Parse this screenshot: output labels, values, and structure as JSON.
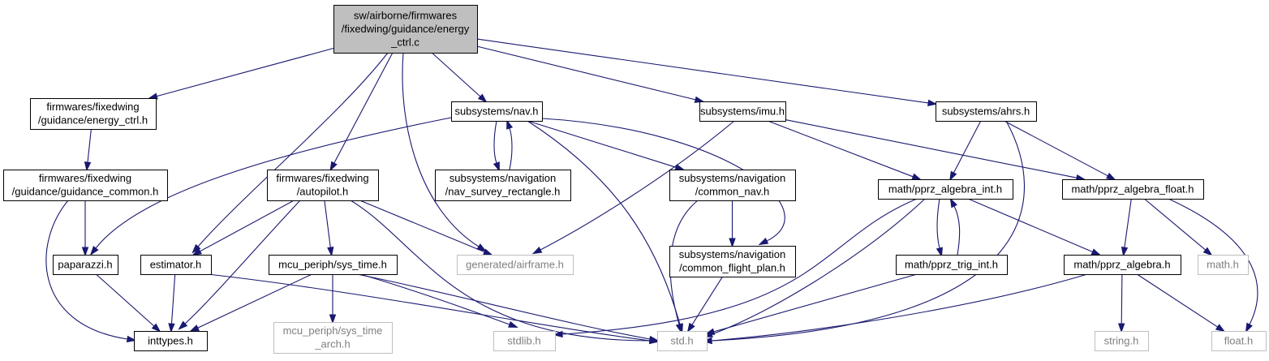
{
  "graph": {
    "root": "sw/airborne/firmwares/fixedwing/guidance/energy_ctrl.c",
    "nodes": [
      {
        "id": "root",
        "lines": [
          "sw/airborne/firmwares",
          "/fixedwing/guidance/energy",
          "_ctrl.c"
        ],
        "style": "root",
        "interactable": false
      },
      {
        "id": "energy_ctrl_h",
        "lines": [
          "firmwares/fixedwing",
          "/guidance/energy_ctrl.h"
        ],
        "style": "normal",
        "interactable": true
      },
      {
        "id": "guidance_common_h",
        "lines": [
          "firmwares/fixedwing",
          "/guidance/guidance_common.h"
        ],
        "style": "normal",
        "interactable": true
      },
      {
        "id": "paparazzi_h",
        "lines": [
          "paparazzi.h"
        ],
        "style": "normal",
        "interactable": true
      },
      {
        "id": "inttypes_h",
        "lines": [
          "inttypes.h"
        ],
        "style": "normal",
        "interactable": true
      },
      {
        "id": "estimator_h",
        "lines": [
          "estimator.h"
        ],
        "style": "normal",
        "interactable": true
      },
      {
        "id": "autopilot_h",
        "lines": [
          "firmwares/fixedwing",
          "/autopilot.h"
        ],
        "style": "normal",
        "interactable": true
      },
      {
        "id": "sys_time_h",
        "lines": [
          "mcu_periph/sys_time.h"
        ],
        "style": "normal",
        "interactable": true
      },
      {
        "id": "sys_time_arch_h",
        "lines": [
          "mcu_periph/sys_time",
          "_arch.h"
        ],
        "style": "grey",
        "interactable": false
      },
      {
        "id": "airframe_h",
        "lines": [
          "generated/airframe.h"
        ],
        "style": "grey",
        "interactable": false
      },
      {
        "id": "stdlib_h",
        "lines": [
          "stdlib.h"
        ],
        "style": "grey",
        "interactable": false
      },
      {
        "id": "nav_h",
        "lines": [
          "subsystems/nav.h"
        ],
        "style": "normal",
        "interactable": true
      },
      {
        "id": "nav_survey_h",
        "lines": [
          "subsystems/navigation",
          "/nav_survey_rectangle.h"
        ],
        "style": "normal",
        "interactable": true
      },
      {
        "id": "common_nav_h",
        "lines": [
          "subsystems/navigation",
          "/common_nav.h"
        ],
        "style": "normal",
        "interactable": true
      },
      {
        "id": "common_flight_plan_h",
        "lines": [
          "subsystems/navigation",
          "/common_flight_plan.h"
        ],
        "style": "normal",
        "interactable": true
      },
      {
        "id": "std_h",
        "lines": [
          "std.h"
        ],
        "style": "grey",
        "interactable": false
      },
      {
        "id": "imu_h",
        "lines": [
          "subsystems/imu.h"
        ],
        "style": "normal",
        "interactable": true
      },
      {
        "id": "pprz_algebra_int_h",
        "lines": [
          "math/pprz_algebra_int.h"
        ],
        "style": "normal",
        "interactable": true
      },
      {
        "id": "pprz_trig_int_h",
        "lines": [
          "math/pprz_trig_int.h"
        ],
        "style": "normal",
        "interactable": true
      },
      {
        "id": "ahrs_h",
        "lines": [
          "subsystems/ahrs.h"
        ],
        "style": "normal",
        "interactable": true
      },
      {
        "id": "pprz_algebra_float_h",
        "lines": [
          "math/pprz_algebra_float.h"
        ],
        "style": "normal",
        "interactable": true
      },
      {
        "id": "pprz_algebra_h",
        "lines": [
          "math/pprz_algebra.h"
        ],
        "style": "normal",
        "interactable": true
      },
      {
        "id": "math_h",
        "lines": [
          "math.h"
        ],
        "style": "grey",
        "interactable": false
      },
      {
        "id": "string_h",
        "lines": [
          "string.h"
        ],
        "style": "grey",
        "interactable": false
      },
      {
        "id": "float_h",
        "lines": [
          "float.h"
        ],
        "style": "grey",
        "interactable": false
      }
    ],
    "edges": [
      [
        "root",
        "energy_ctrl_h"
      ],
      [
        "root",
        "autopilot_h"
      ],
      [
        "root",
        "estimator_h"
      ],
      [
        "root",
        "airframe_h"
      ],
      [
        "root",
        "nav_h"
      ],
      [
        "root",
        "imu_h"
      ],
      [
        "root",
        "ahrs_h"
      ],
      [
        "energy_ctrl_h",
        "guidance_common_h"
      ],
      [
        "guidance_common_h",
        "paparazzi_h"
      ],
      [
        "guidance_common_h",
        "inttypes_h"
      ],
      [
        "paparazzi_h",
        "inttypes_h"
      ],
      [
        "estimator_h",
        "inttypes_h"
      ],
      [
        "estimator_h",
        "std_h"
      ],
      [
        "autopilot_h",
        "estimator_h"
      ],
      [
        "autopilot_h",
        "inttypes_h"
      ],
      [
        "autopilot_h",
        "sys_time_h"
      ],
      [
        "autopilot_h",
        "airframe_h"
      ],
      [
        "autopilot_h",
        "std_h"
      ],
      [
        "sys_time_h",
        "inttypes_h"
      ],
      [
        "sys_time_h",
        "sys_time_arch_h"
      ],
      [
        "sys_time_h",
        "stdlib_h"
      ],
      [
        "sys_time_h",
        "std_h"
      ],
      [
        "nav_h",
        "paparazzi_h"
      ],
      [
        "nav_h",
        "nav_survey_h"
      ],
      [
        "nav_h",
        "common_nav_h"
      ],
      [
        "nav_h",
        "common_flight_plan_h"
      ],
      [
        "nav_h",
        "std_h"
      ],
      [
        "nav_survey_h",
        "nav_h"
      ],
      [
        "common_nav_h",
        "common_flight_plan_h"
      ],
      [
        "common_nav_h",
        "std_h"
      ],
      [
        "common_flight_plan_h",
        "std_h"
      ],
      [
        "imu_h",
        "airframe_h"
      ],
      [
        "imu_h",
        "pprz_algebra_int_h"
      ],
      [
        "imu_h",
        "pprz_algebra_float_h"
      ],
      [
        "ahrs_h",
        "pprz_algebra_int_h"
      ],
      [
        "ahrs_h",
        "pprz_algebra_float_h"
      ],
      [
        "ahrs_h",
        "std_h"
      ],
      [
        "pprz_algebra_int_h",
        "pprz_trig_int_h"
      ],
      [
        "pprz_algebra_int_h",
        "pprz_algebra_h"
      ],
      [
        "pprz_algebra_int_h",
        "std_h"
      ],
      [
        "pprz_algebra_int_h",
        "stdlib_h"
      ],
      [
        "pprz_trig_int_h",
        "pprz_algebra_int_h"
      ],
      [
        "pprz_trig_int_h",
        "std_h"
      ],
      [
        "pprz_algebra_float_h",
        "pprz_algebra_h"
      ],
      [
        "pprz_algebra_float_h",
        "math_h"
      ],
      [
        "pprz_algebra_float_h",
        "float_h"
      ],
      [
        "pprz_algebra_h",
        "std_h"
      ],
      [
        "pprz_algebra_h",
        "string_h"
      ],
      [
        "pprz_algebra_h",
        "float_h"
      ]
    ]
  }
}
